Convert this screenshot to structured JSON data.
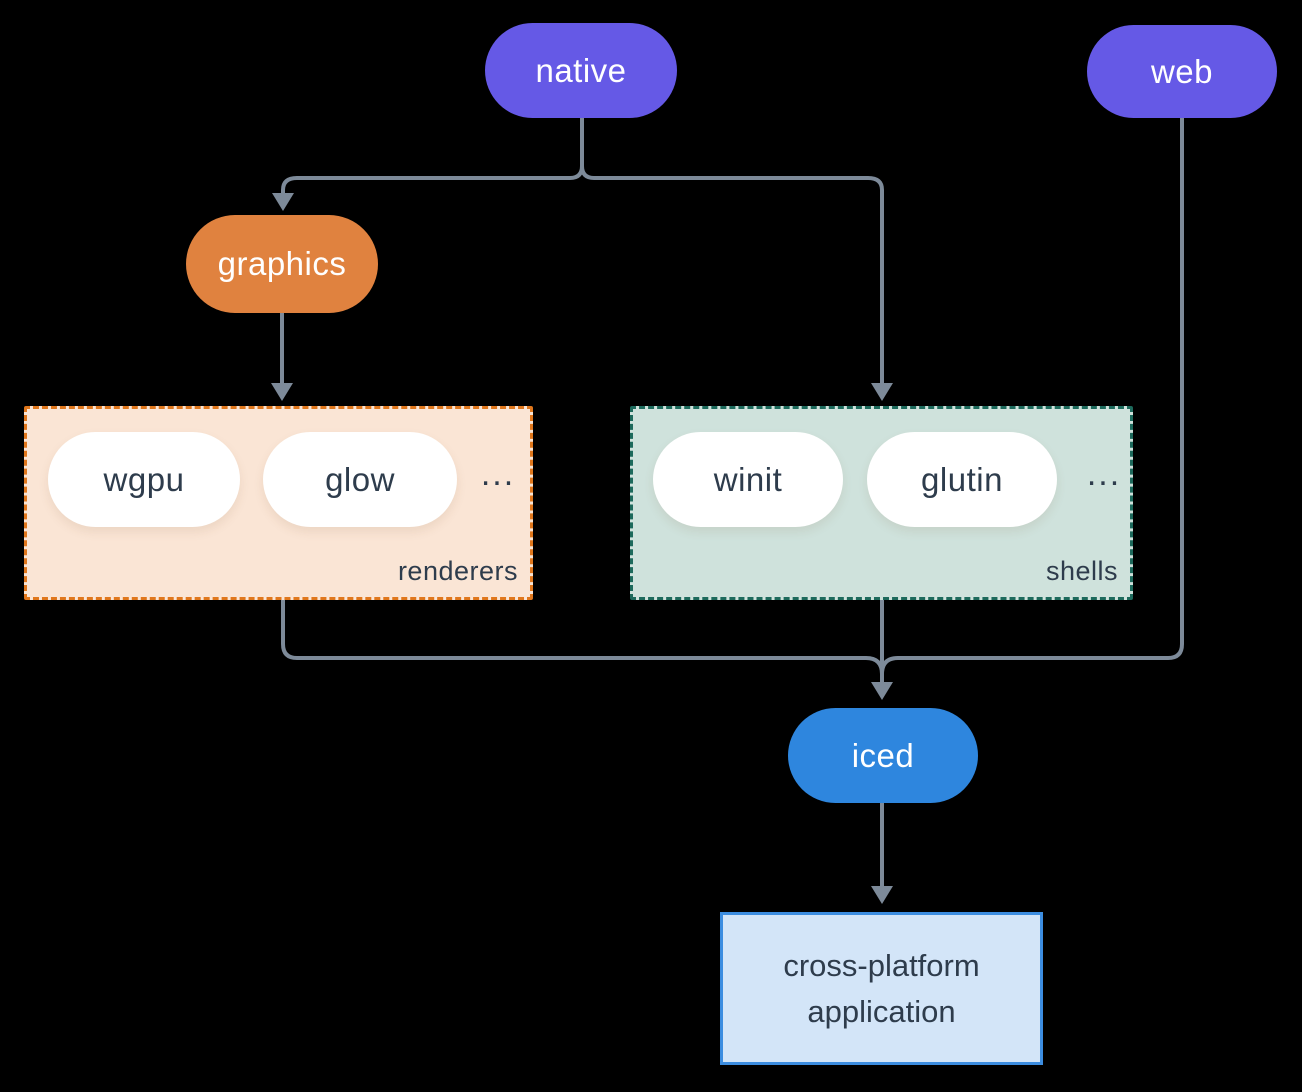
{
  "nodes": {
    "native": {
      "label": "native"
    },
    "web": {
      "label": "web"
    },
    "graphics": {
      "label": "graphics"
    },
    "iced": {
      "label": "iced"
    },
    "application": {
      "label": "cross-platform application"
    }
  },
  "groups": {
    "renderers": {
      "label": "renderers",
      "items": [
        "wgpu",
        "glow"
      ],
      "more": "..."
    },
    "shells": {
      "label": "shells",
      "items": [
        "winit",
        "glutin"
      ],
      "more": "..."
    }
  },
  "colors": {
    "background": "#000000",
    "node_purple": "#6559e6",
    "node_orange": "#e0823f",
    "node_blue": "#2e86de",
    "pill_white": "#ffffff",
    "renderers_fill": "#fae5d5",
    "renderers_border": "#e0771c",
    "shells_fill": "#cfe2dc",
    "shells_border": "#1d6a5c",
    "app_fill": "#d3e5f8",
    "app_border": "#3c8de0",
    "text_dark": "#2e3c4c",
    "text_light": "#ffffff",
    "arrow": "#7d8a99"
  }
}
